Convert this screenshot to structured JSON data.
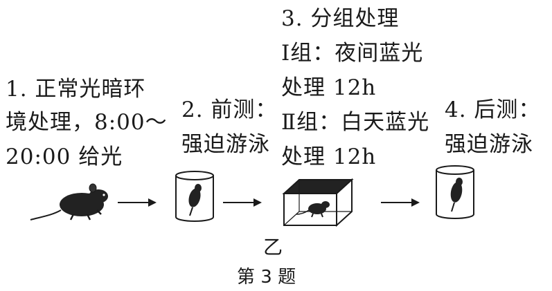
{
  "step1": {
    "lines": [
      "1. 正常光暗环",
      "境处理，8:00～",
      "20:00 给光"
    ]
  },
  "step2": {
    "lines": [
      "2. 前测：",
      "强迫游泳"
    ]
  },
  "step3": {
    "lines": [
      "3. 分组处理",
      "Ⅰ组：夜间蓝光",
      "处理 12h",
      "Ⅱ组：白天蓝光",
      "处理 12h"
    ]
  },
  "step4": {
    "lines": [
      "4. 后测：",
      "强迫游泳"
    ]
  },
  "label_yi": "乙",
  "caption": "第 3 题"
}
